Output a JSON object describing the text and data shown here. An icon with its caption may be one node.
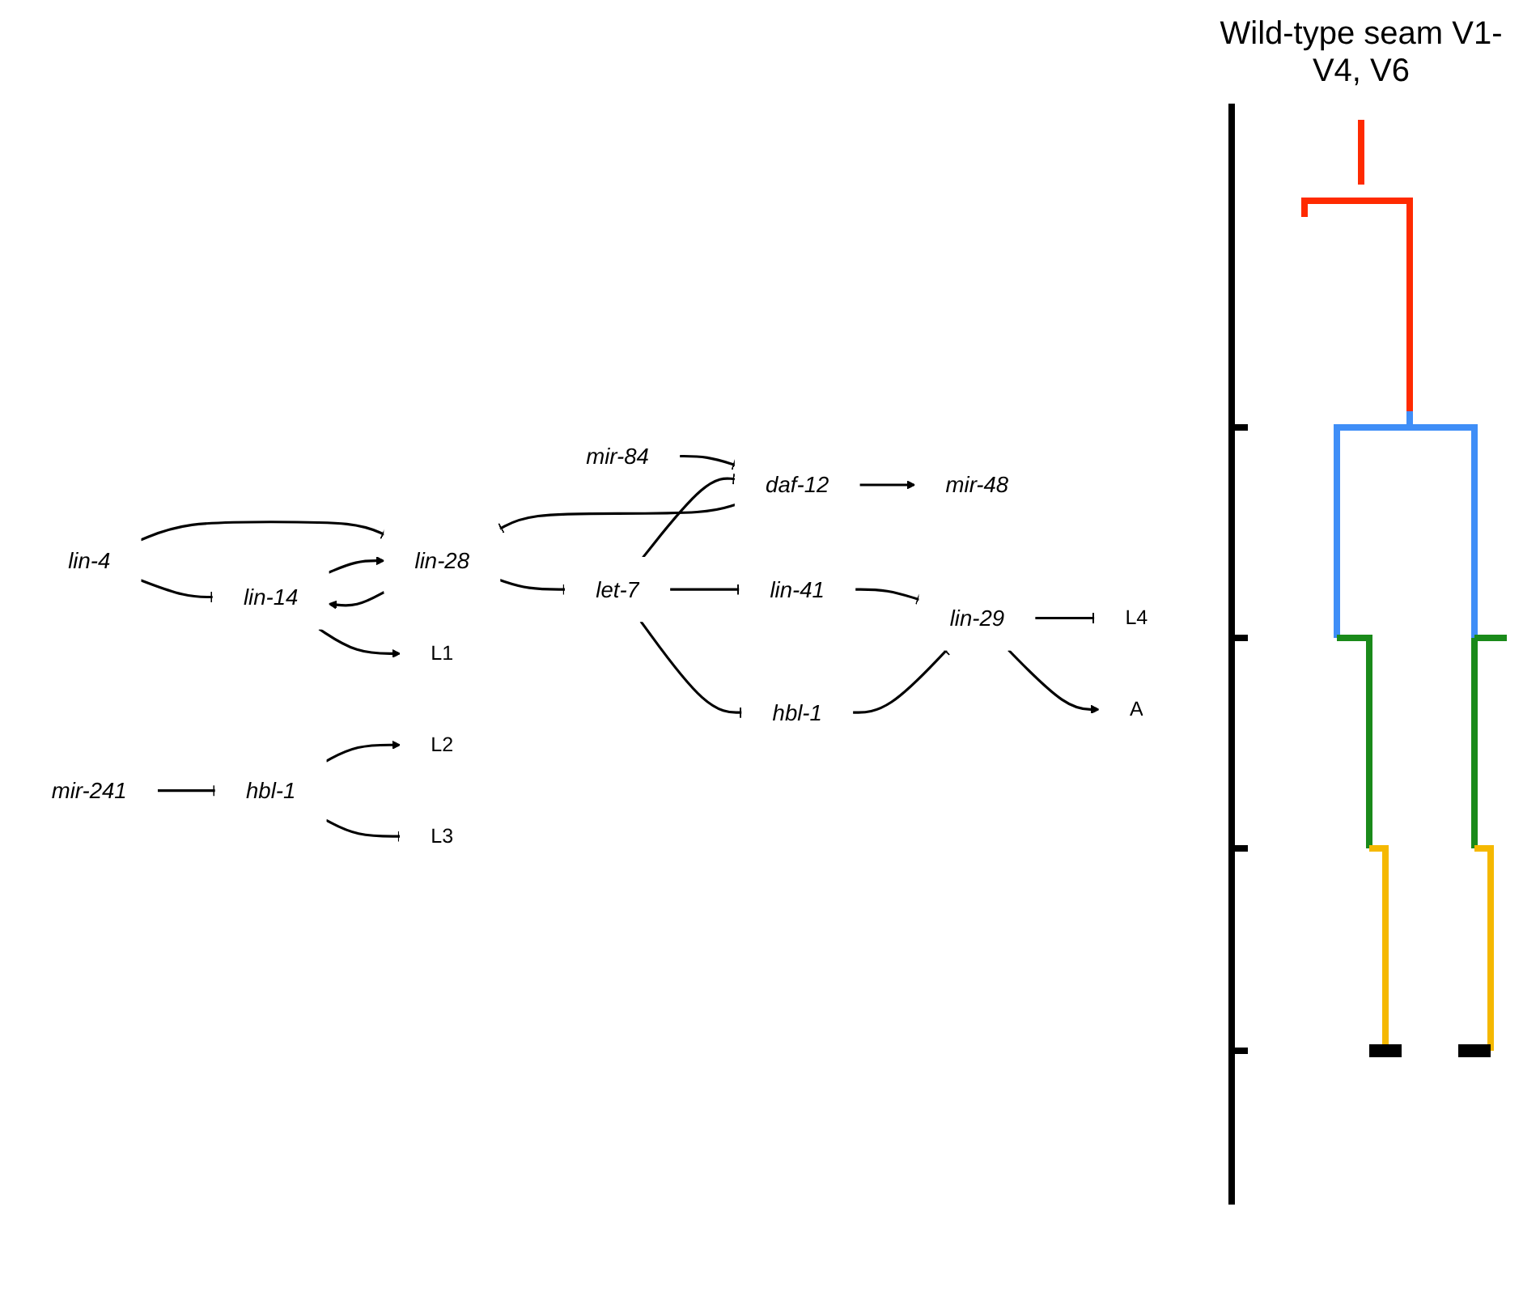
{
  "diagram": {
    "title": "Wild-type seam V1-V4, V6",
    "nodes": [
      {
        "text": [
          "lin-4"
        ]
      },
      {
        "text": [
          "lin-14"
        ]
      },
      {
        "text": [
          "lin-28"
        ]
      },
      {
        "text": [
          "daf-12"
        ]
      },
      {
        "text": [
          "mir-48"
        ]
      },
      {
        "text": [
          "mir-241"
        ]
      },
      {
        "text": [
          "mir-84"
        ]
      },
      {
        "text": [
          "hbl-1"
        ]
      },
      {
        "text": [
          "let-7"
        ]
      },
      {
        "text": [
          "lin-41"
        ]
      },
      {
        "text": [
          "hbl-1"
        ]
      },
      {
        "text": [
          "lin-29"
        ]
      },
      {
        "text": [
          "L1"
        ]
      },
      {
        "text": [
          "L2"
        ]
      },
      {
        "text": [
          "L3"
        ]
      },
      {
        "text": [
          "L4"
        ]
      },
      {
        "text": [
          "A"
        ]
      }
    ],
    "edges": [
      {
        "from": 0,
        "to": 1,
        "arrow": "other"
      },
      {
        "from": 0,
        "to": 2,
        "arrow": "other"
      },
      {
        "from": 1,
        "to": 2,
        "arrow": "to"
      },
      {
        "from": 2,
        "to": 1,
        "arrow": "to"
      },
      {
        "from": 1,
        "to": 12,
        "arrow": "to"
      },
      {
        "from": 2,
        "to": 8,
        "arrow": "other"
      },
      {
        "from": 3,
        "to": 2,
        "arrow": "other"
      },
      {
        "from": 3,
        "to": 4,
        "arrow": "to"
      },
      {
        "from": 6,
        "to": 3,
        "arrow": "other"
      },
      {
        "from": 8,
        "to": 3,
        "arrow": "other"
      },
      {
        "from": 5,
        "to": 7,
        "arrow": "other"
      },
      {
        "from": 7,
        "to": 13,
        "arrow": "to"
      },
      {
        "from": 7,
        "to": 14,
        "arrow": "other"
      },
      {
        "from": 8,
        "to": 9,
        "arrow": "other"
      },
      {
        "from": 8,
        "to": 10,
        "arrow": "other"
      },
      {
        "from": 9,
        "to": 11,
        "arrow": "other"
      },
      {
        "from": 10,
        "to": 11,
        "arrow": "other"
      },
      {
        "from": 11,
        "to": 15,
        "arrow": "other"
      },
      {
        "from": 11,
        "to": 16,
        "arrow": "to"
      }
    ]
  }
}
